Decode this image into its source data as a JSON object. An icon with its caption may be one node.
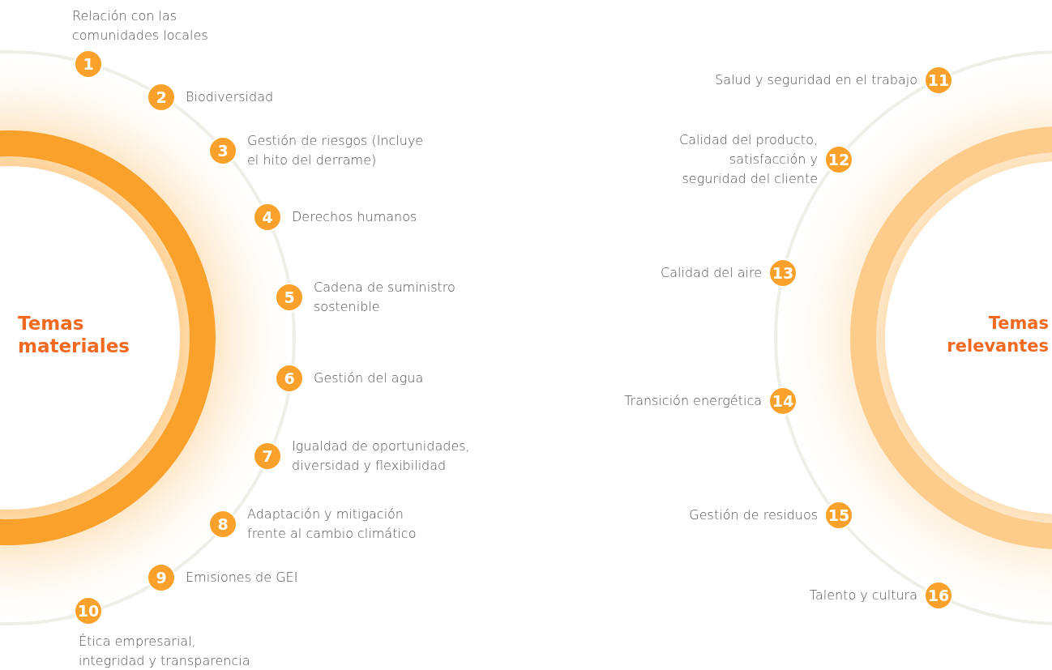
{
  "diagram": {
    "nodes": [
      {
        "text": [
          "Temas materiales"
        ]
      },
      {
        "text": [
          "1"
        ],
        "beside": [
          "Relación con las comunidades locales"
        ]
      },
      {
        "text": [
          "2"
        ],
        "beside": [
          "Biodiversidad"
        ]
      },
      {
        "text": [
          "3"
        ],
        "beside": [
          "Gestión de riesgos (Incluye el hito del derrame)"
        ]
      },
      {
        "text": [
          "4"
        ],
        "beside": [
          "Derechos humanos"
        ]
      },
      {
        "text": [
          "5"
        ],
        "beside": [
          "Cadena de suministro sostenible"
        ]
      },
      {
        "text": [
          "6"
        ],
        "beside": [
          "Gestión del agua"
        ]
      },
      {
        "text": [
          "7"
        ],
        "beside": [
          "Igualdad de oportunidades, diversidad y flexibilidad"
        ]
      },
      {
        "text": [
          "8"
        ],
        "beside": [
          "Adaptación y mitigación frente al cambio climático"
        ]
      },
      {
        "text": [
          "9"
        ],
        "beside": [
          "Emisiones de GEI"
        ]
      },
      {
        "text": [
          "10"
        ],
        "beside": [
          "Ética empresarial, integridad y transparencia"
        ]
      },
      {
        "text": [
          "Temas relevantes"
        ]
      },
      {
        "text": [
          "11"
        ],
        "beside": [
          "Salud y seguridad en el trabajo"
        ]
      },
      {
        "text": [
          "12"
        ],
        "beside": [
          "Calidad del producto, satisfacción y seguridad del cliente"
        ]
      },
      {
        "text": [
          "13"
        ],
        "beside": [
          "Calidad del aire"
        ]
      },
      {
        "text": [
          "14"
        ],
        "beside": [
          "Transición energética"
        ]
      },
      {
        "text": [
          "15"
        ],
        "beside": [
          "Gestión de residuos"
        ]
      },
      {
        "text": [
          "16"
        ],
        "beside": [
          "Talento y cultura"
        ]
      }
    ]
  }
}
